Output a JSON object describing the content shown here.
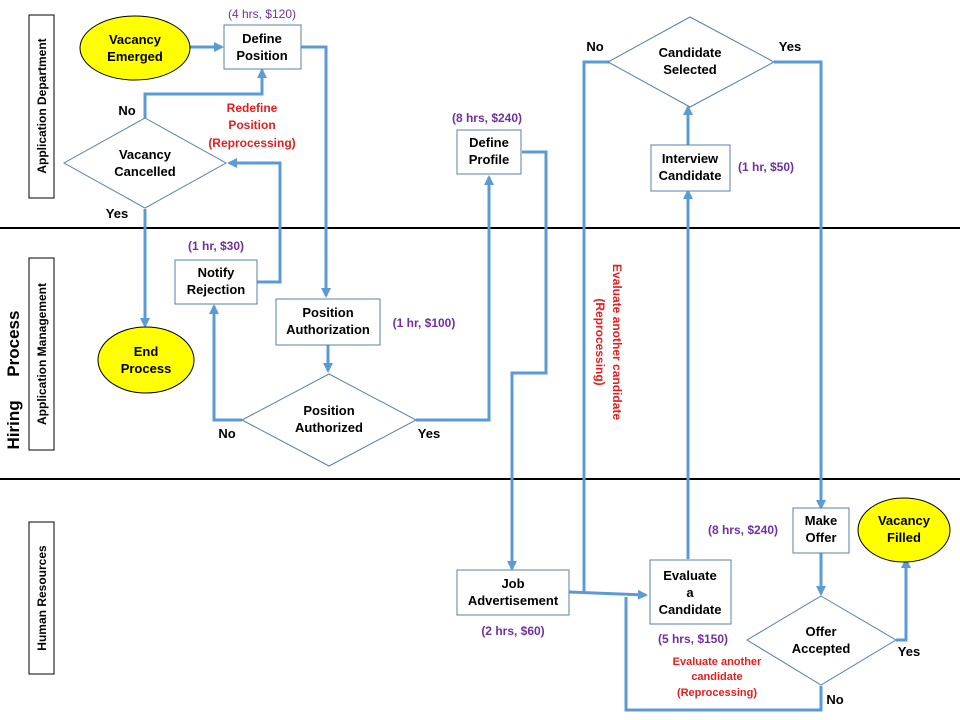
{
  "process_title": [
    "Hiring",
    "Process"
  ],
  "lanes": {
    "application_department": "Application Department",
    "application_management": "Application Management",
    "human_resources": "Human Resources"
  },
  "nodes": {
    "vacancy_emerged": [
      "Vacancy",
      "Emerged"
    ],
    "define_position": [
      "Define",
      "Position"
    ],
    "vacancy_cancelled": [
      "Vacancy",
      "Cancelled"
    ],
    "end_process": [
      "End",
      "Process"
    ],
    "notify_rejection": [
      "Notify",
      "Rejection"
    ],
    "position_authorization": [
      "Position",
      "Authorization"
    ],
    "position_authorized": [
      "Position",
      "Authorized"
    ],
    "define_profile": [
      "Define",
      "Profile"
    ],
    "candidate_selected": [
      "Candidate",
      "Selected"
    ],
    "interview_candidate": [
      "Interview",
      "Candidate"
    ],
    "job_advertisement": [
      "Job",
      "Advertisement"
    ],
    "evaluate_candidate": [
      "Evaluate",
      "a",
      "Candidate"
    ],
    "make_offer": [
      "Make",
      "Offer"
    ],
    "vacancy_filled": [
      "Vacancy",
      "Filled"
    ],
    "offer_accepted": [
      "Offer",
      "Accepted"
    ]
  },
  "costs": {
    "define_position": "(4 hrs, $120)",
    "notify_rejection": "(1 hr, $30)",
    "position_authorization": "(1 hr, $100)",
    "define_profile": "(8 hrs, $240)",
    "interview_candidate": "(1 hr, $50)",
    "job_advertisement": "(2 hrs, $60)",
    "evaluate_candidate": "(5 hrs, $150)",
    "make_offer": "(8 hrs, $240)"
  },
  "branch_labels": {
    "cancelled_no": "No",
    "cancelled_yes": "Yes",
    "authorized_no": "No",
    "authorized_yes": "Yes",
    "selected_no": "No",
    "selected_yes": "Yes",
    "accepted_yes": "Yes",
    "accepted_no": "No"
  },
  "annotations": {
    "redefine_position": [
      "Redefine",
      "Position",
      "(Reprocessing)"
    ],
    "evaluate_another_vertical": [
      "Evaluate another candidate",
      "(Reprocessing)"
    ],
    "evaluate_another_bottom": [
      "Evaluate another",
      "candidate",
      "(Reprocessing)"
    ]
  },
  "colors": {
    "flow": "#5b9bd5",
    "terminal_fill": "#ffff00",
    "cost_text": "#7030a0",
    "annotation_text": "#e41e1e"
  }
}
